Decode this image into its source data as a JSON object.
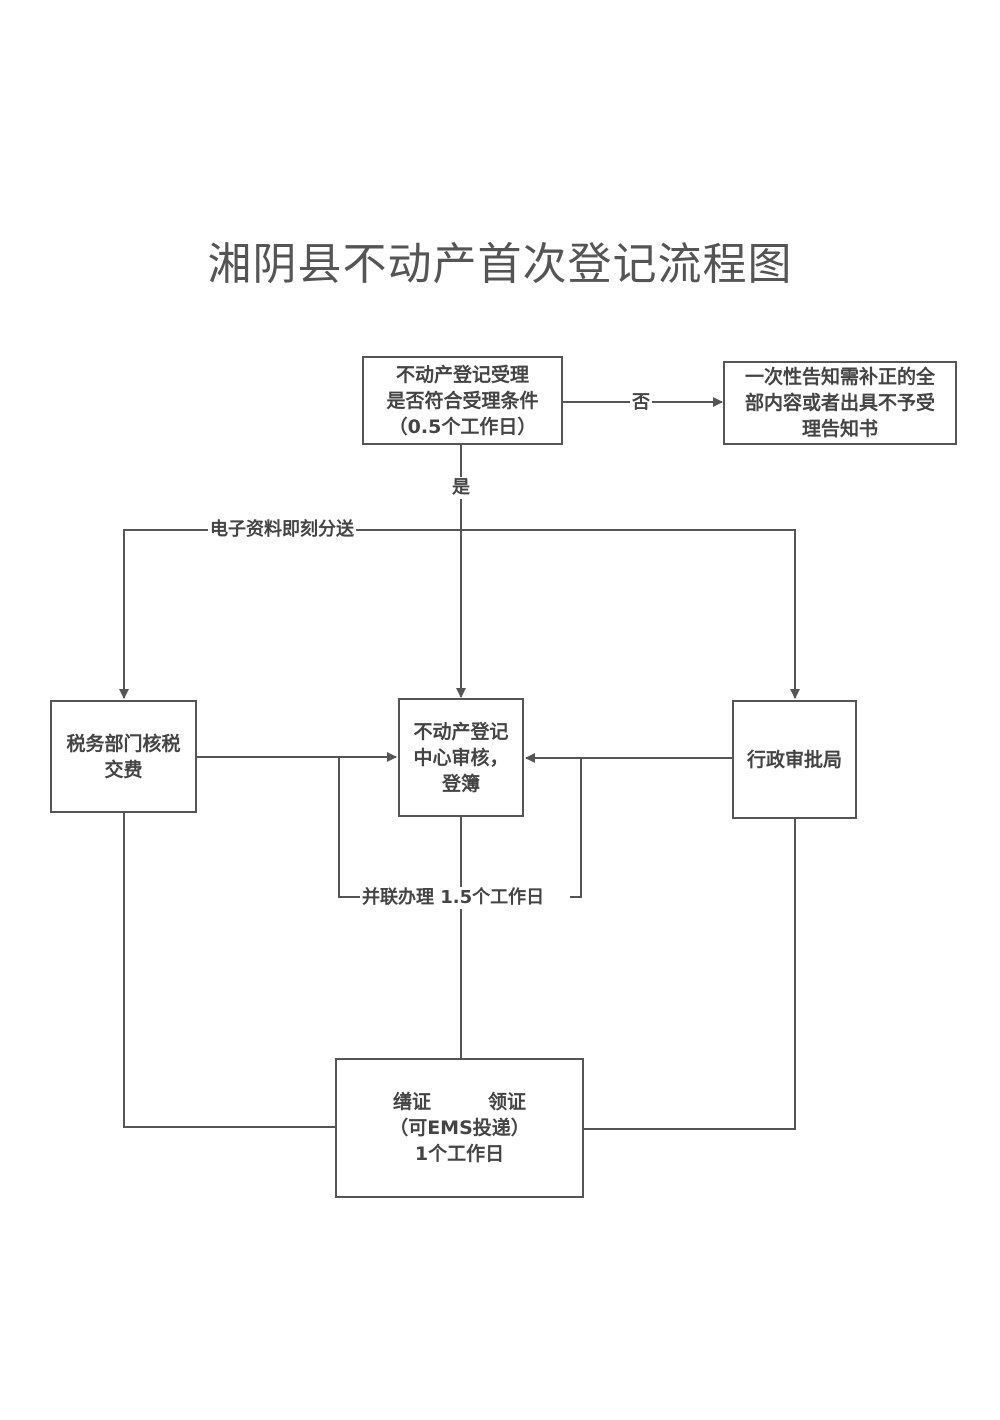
{
  "title": "湘阴县不动产首次登记流程图",
  "nodes": {
    "acceptance": {
      "lines": [
        "不动产登记受理",
        "是否符合受理条件",
        "（0.5个工作日）"
      ]
    },
    "notice": {
      "lines": [
        "一次性告知需补正的全",
        "部内容或者出具不予受",
        "理告知书"
      ]
    },
    "tax": {
      "lines": [
        "税务部门核税",
        "交费"
      ]
    },
    "center": {
      "lines": [
        "不动产登记",
        "中心审核，",
        "登簿"
      ]
    },
    "admin": {
      "lines": [
        "行政审批局"
      ]
    },
    "certificate": {
      "lines": [
        "缮证　　　领证",
        "（可EMS投递）",
        "1个工作日"
      ]
    }
  },
  "edge_labels": {
    "no": "否",
    "yes": "是",
    "distribute": "电子资料即刻分送",
    "parallel": "并联办理 1.5个工作日"
  },
  "colors": {
    "line": "#555555",
    "text": "#444444"
  }
}
